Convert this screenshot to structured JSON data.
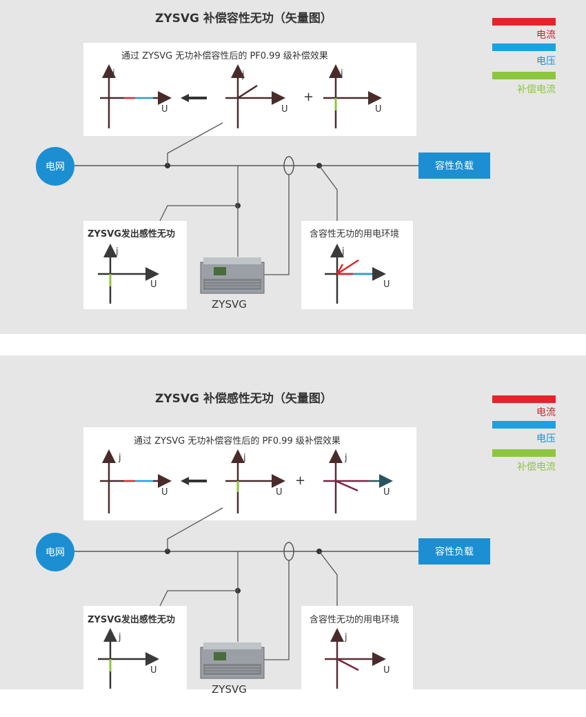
{
  "legend": {
    "current": "电流",
    "voltage": "电压",
    "compensating_current": "补偿电流",
    "colors": {
      "current": "#e3242b",
      "voltage": "#1ba1e2",
      "compensating_current": "#8dc63f"
    }
  },
  "common": {
    "grid_label": "电网",
    "load_label": "容性负载",
    "device_label": "ZYSVG",
    "axis_j": "j",
    "axis_u": "U",
    "plus": "+"
  },
  "panels": [
    {
      "title": "ZYSVG 补偿容性无功（矢量图）",
      "top_caption": "通过 ZYSVG 无功补偿容性后的 PF0.99 级补偿效果",
      "svg_caption": "ZYSVG发出感性无功",
      "load_caption": "含容性无功的用电环境"
    },
    {
      "title": "ZYSVG 补偿感性无功（矢量图）",
      "top_caption": "通过 ZYSVG 无功补偿容性后的 PF0.99 级补偿效果",
      "svg_caption": "ZYSVG发出感性无功",
      "load_caption": "含容性无功的用电环境"
    }
  ]
}
